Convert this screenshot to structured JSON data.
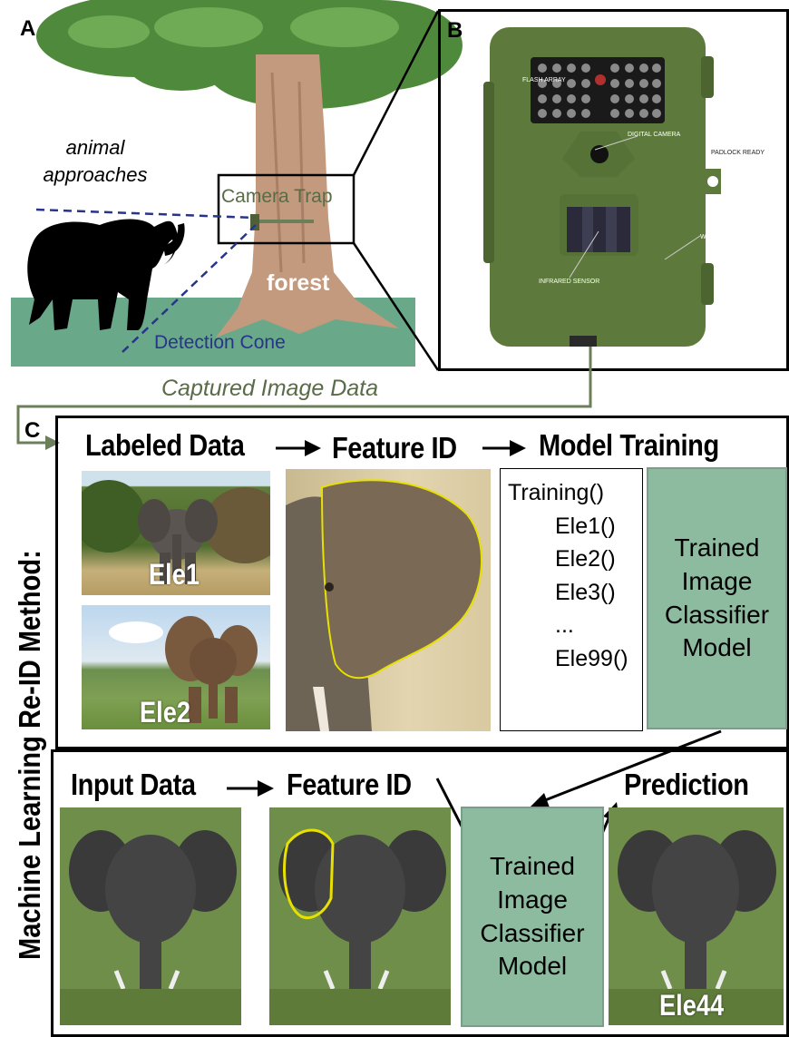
{
  "panel_a": {
    "letter": "A",
    "animal_approaches_line1": "animal",
    "animal_approaches_line2": "approaches",
    "camera_trap": "Camera Trap",
    "forest": "forest",
    "detection_cone": "Detection Cone"
  },
  "panel_b": {
    "letter": "B",
    "flash_array": "FLASH ARRAY",
    "digital_camera": "DIGITAL CAMERA",
    "padlock_ready": "PADLOCK READY",
    "weatherproof_case": "WEATHERPROOF CASE",
    "infrared_sensor": "INFRARED SENSOR"
  },
  "captured_image_data": "Captured Image Data",
  "panel_c": {
    "letter": "C",
    "vertical_title": "Machine Learning Re-ID Method:",
    "training_row": {
      "labeled_data": "Labeled Data",
      "feature_id": "Feature ID",
      "model_training": "Model Training",
      "ele1": "Ele1",
      "ele2": "Ele2",
      "code_lines": [
        "Training()",
        "Ele1()",
        "Ele2()",
        "Ele3()",
        "...",
        "Ele99()"
      ],
      "model_lines": [
        "Trained",
        "Image",
        "Classifier",
        "Model"
      ]
    },
    "prediction_row": {
      "input_data": "Input Data",
      "feature_id": "Feature ID",
      "prediction": "Prediction",
      "model_lines": [
        "Trained",
        "Image",
        "Classifier",
        "Model"
      ],
      "ele44": "Ele44"
    }
  },
  "colors": {
    "ground": "#6aa88a",
    "model_box": "#8dbb9f",
    "camera_body": "#5d7a3c",
    "arrow_green": "#6b7f5a",
    "cone_blue": "#28348a",
    "ear_outline": "#e8e000"
  }
}
